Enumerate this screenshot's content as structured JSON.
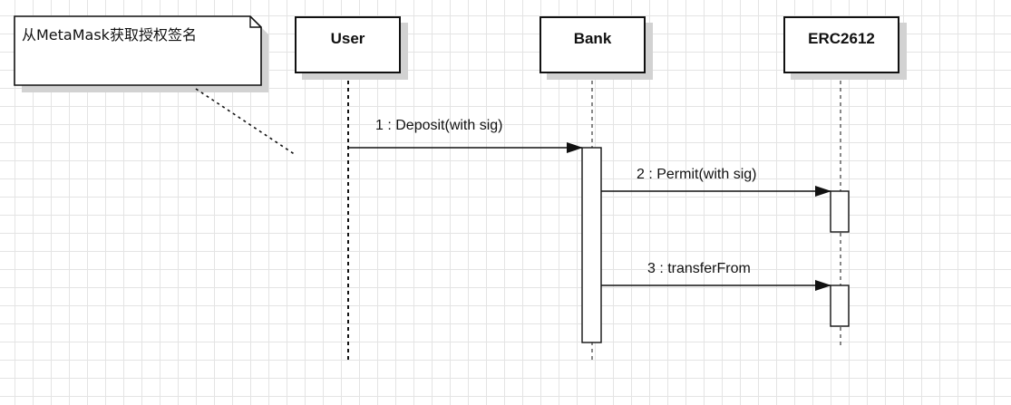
{
  "note": {
    "text": "从MetaMask获取授权签名"
  },
  "participants": [
    {
      "id": "user",
      "label": "User"
    },
    {
      "id": "bank",
      "label": "Bank"
    },
    {
      "id": "erc2612",
      "label": "ERC2612"
    }
  ],
  "messages": [
    {
      "from": "user",
      "to": "bank",
      "label": "1 : Deposit(with sig)"
    },
    {
      "from": "bank",
      "to": "erc2612",
      "label": "2 : Permit(with sig)"
    },
    {
      "from": "bank",
      "to": "erc2612",
      "label": "3 : transferFrom"
    }
  ],
  "colors": {
    "line": "#111111",
    "shadow": "#d2d2d2",
    "grid": "#e4e4e4",
    "background": "#ffffff"
  }
}
